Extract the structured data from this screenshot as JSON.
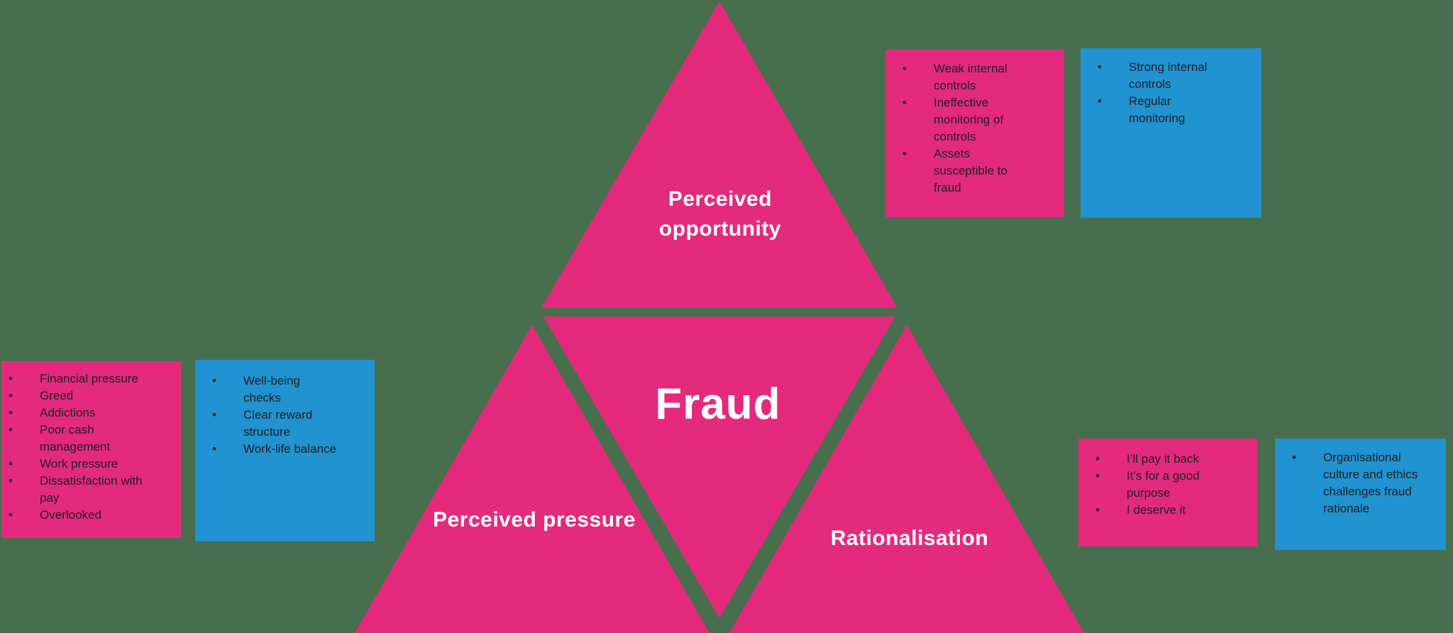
{
  "colors": {
    "background": "#486F4D",
    "pink": "#E42A7C",
    "blue": "#2093D0",
    "box_text": "#221F26",
    "label_text": "#FFFFFF"
  },
  "ui": {
    "bullet_glyph": "•"
  },
  "diagram": {
    "triangles": {
      "opportunity": {
        "label": "Perceived opportunity"
      },
      "fraud": {
        "label": "Fraud"
      },
      "pressure": {
        "label": "Perceived pressure"
      },
      "rationalisation": {
        "label": "Rationalisation"
      }
    }
  },
  "boxes": {
    "opportunity_risks": {
      "style": "pink",
      "items": [
        "Weak internal controls",
        "Ineffective monitoring of controls",
        "Assets susceptible to fraud"
      ]
    },
    "opportunity_controls": {
      "style": "blue",
      "items": [
        "Strong internal controls",
        "Regular monitoring"
      ]
    },
    "pressure_risks": {
      "style": "pink",
      "items": [
        "Financial pressure",
        "Greed",
        "Addictions",
        "Poor cash management",
        "Work pressure",
        "Dissatisfaction with pay",
        "Overlooked"
      ]
    },
    "pressure_controls": {
      "style": "blue",
      "items": [
        "Well-being checks",
        "Clear reward structure",
        "Work-life balance"
      ]
    },
    "rationalisation_risks": {
      "style": "pink",
      "items": [
        "I’ll pay it back",
        "It’s for a good purpose",
        "I deserve it"
      ]
    },
    "rationalisation_controls": {
      "style": "blue",
      "items": [
        "Organisational culture and ethics challenges fraud rationale"
      ]
    }
  }
}
